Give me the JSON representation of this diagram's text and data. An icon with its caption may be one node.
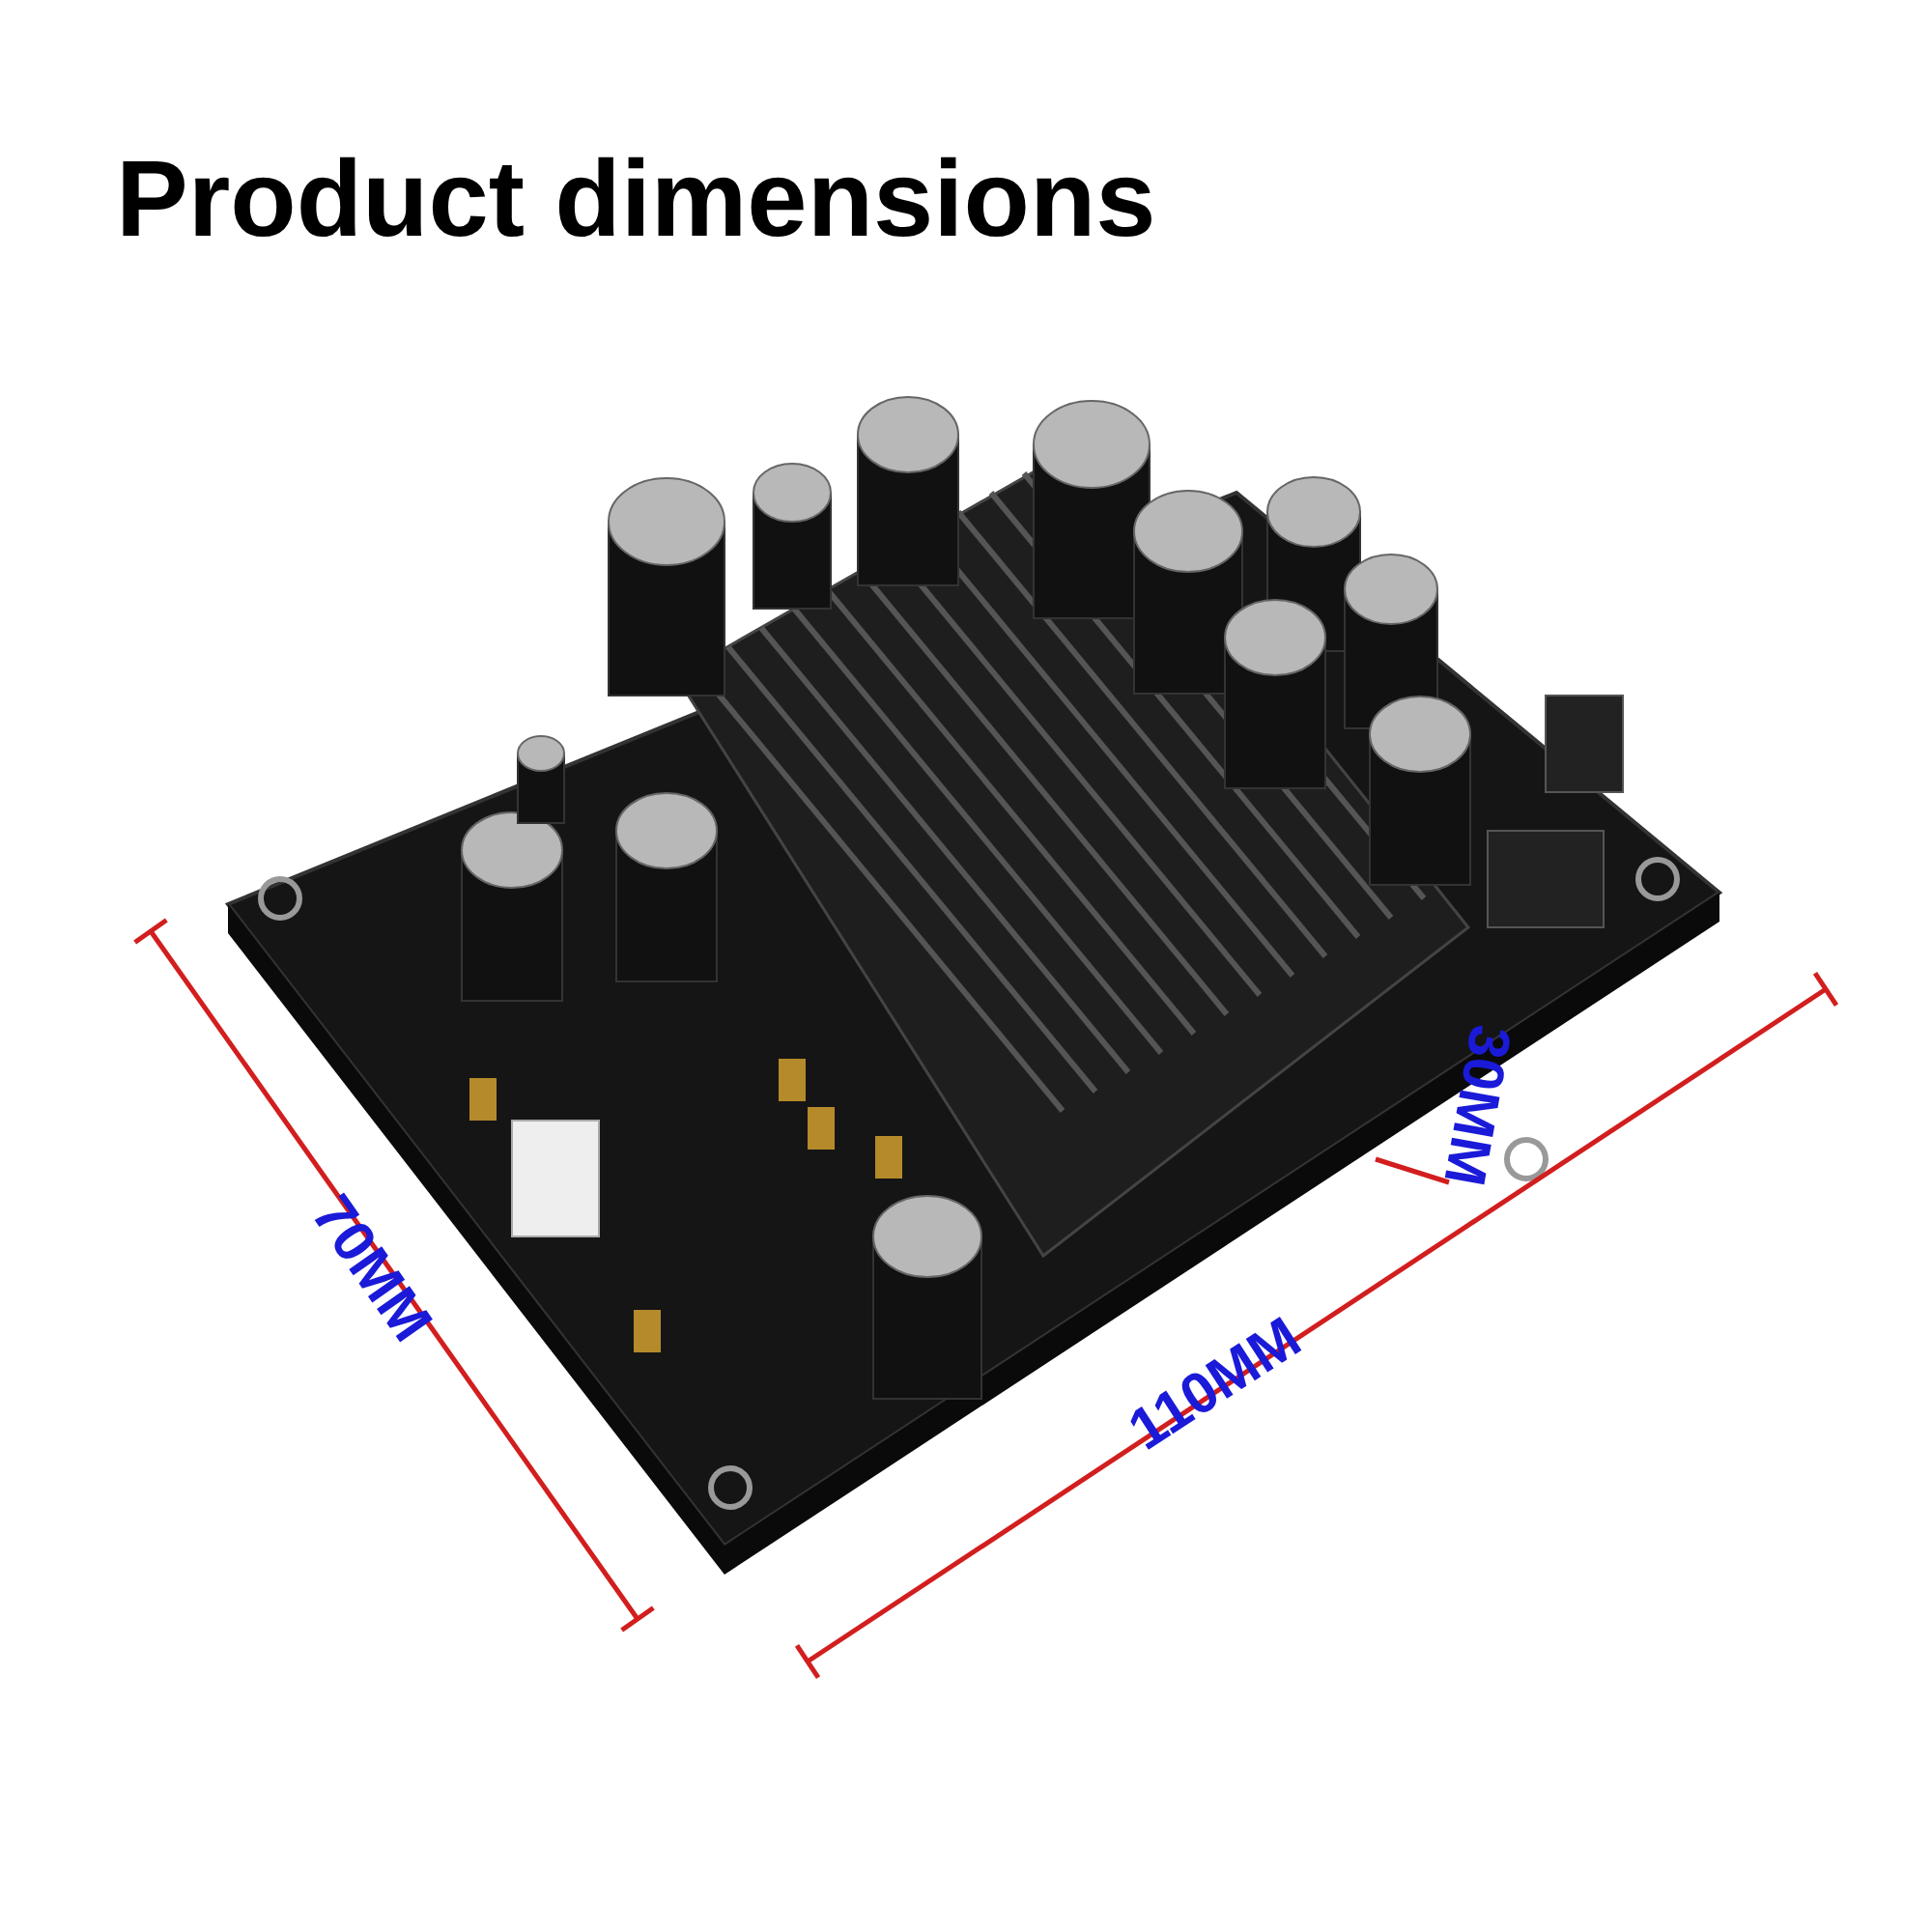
{
  "diagram": {
    "title": "Product dimensions",
    "labels": [
      "70MM",
      "110MM",
      "30MM"
    ]
  }
}
